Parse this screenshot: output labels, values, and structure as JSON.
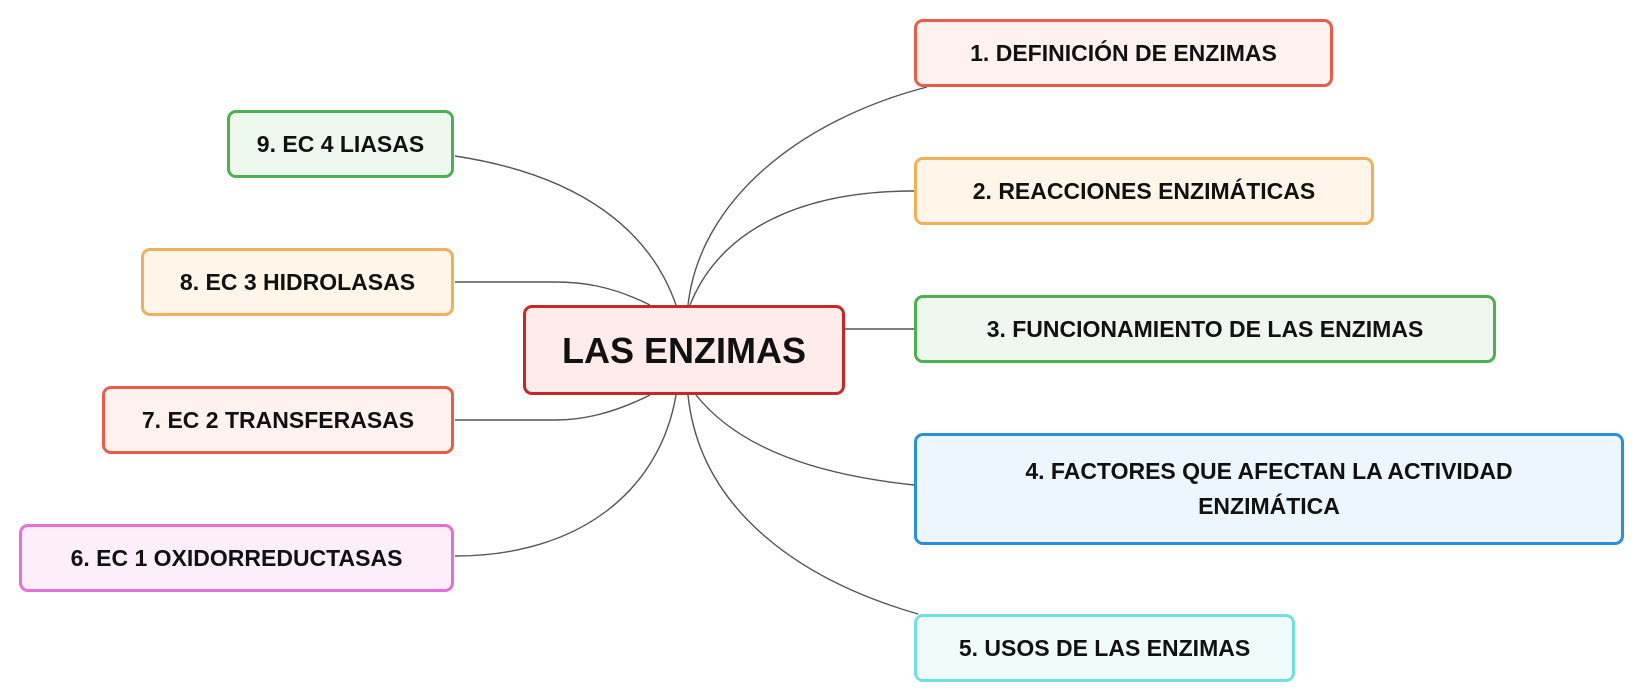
{
  "central": {
    "label": "LAS ENZIMAS",
    "border": "#c62828",
    "fill": "#fdecea"
  },
  "topics": [
    {
      "id": "n1",
      "label": "1. DEFINICIÓN DE ENZIMAS",
      "border": "#e85c4a",
      "fill": "#fff1ed"
    },
    {
      "id": "n2",
      "label": "2. REACCIONES ENZIMÁTICAS",
      "border": "#f0b05a",
      "fill": "#fff5e8"
    },
    {
      "id": "n3",
      "label": "3. FUNCIONAMIENTO DE LAS ENZIMAS",
      "border": "#4caf50",
      "fill": "#eef8ee"
    },
    {
      "id": "n4",
      "label": "4. FACTORES QUE AFECTAN LA ACTIVIDAD ENZIMÁTICA",
      "border": "#2a8fd6",
      "fill": "#edf6fd"
    },
    {
      "id": "n5",
      "label": "5. USOS DE LAS ENZIMAS",
      "border": "#6fe0e0",
      "fill": "#f0fcfc"
    },
    {
      "id": "n6",
      "label": "6. EC 1 OXIDORREDUCTASAS",
      "border": "#e56fd6",
      "fill": "#fdeefb"
    },
    {
      "id": "n7",
      "label": "7. EC 2 TRANSFERASAS",
      "border": "#e85c4a",
      "fill": "#fff1ed"
    },
    {
      "id": "n8",
      "label": "8. EC 3 HIDROLASAS",
      "border": "#f0b05a",
      "fill": "#fff5e8"
    },
    {
      "id": "n9",
      "label": "9. EC 4 LIASAS",
      "border": "#4caf50",
      "fill": "#eef8ee"
    }
  ],
  "connector_color": "#555555"
}
